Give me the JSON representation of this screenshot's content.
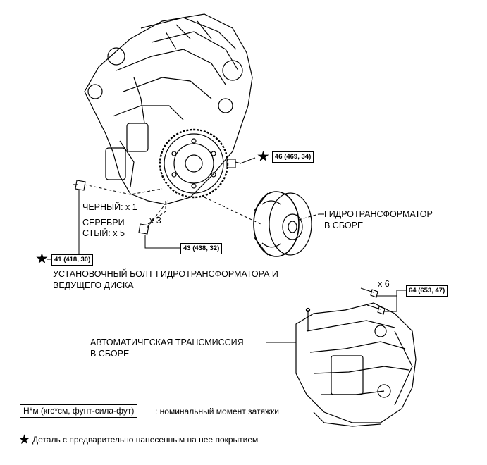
{
  "torque_specs": {
    "t46": "46 (469, 34)",
    "t41": "41 (418, 30)",
    "t43": "43 (438, 32)",
    "t64": "64 (653, 47)"
  },
  "labels": {
    "black": "ЧЕРНЫЙ: x 1",
    "silver_line1": "СЕРЕБРИ-",
    "silver_line2": "СТЫЙ: x 5",
    "qty_x3": "x 3",
    "qty_x6": "x 6",
    "converter_line1": "ГИДРОТРАНСФОРМАТОР",
    "converter_line2": "В СБОРЕ",
    "bolt_line1": "УСТАНОВОЧНЫЙ БОЛТ ГИДРОТРАНСФОРМАТОРА И",
    "bolt_line2": "ВЕДУЩЕГО ДИСКА",
    "transmission_line1": "АВТОМАТИЧЕСКАЯ ТРАНСМИССИЯ",
    "transmission_line2": "В СБОРЕ"
  },
  "legend": {
    "unit_box": "Н*м (кгс*см, фунт-сила-фут)",
    "unit_desc": ": номинальный момент затяжки",
    "star_symbol": "★",
    "star_desc": "Деталь с предварительно нанесенным на нее покрытием"
  }
}
